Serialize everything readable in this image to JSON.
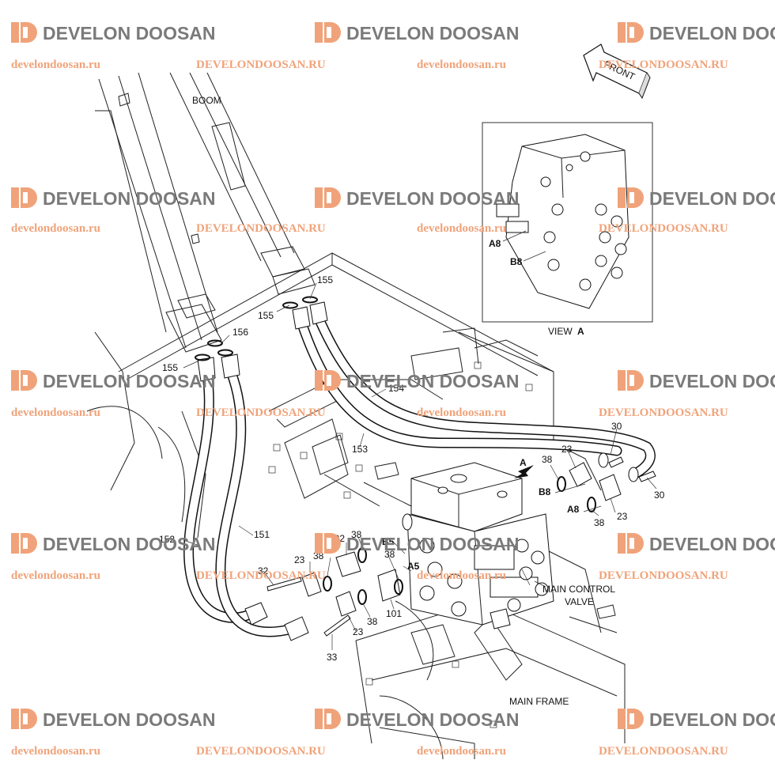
{
  "watermark": {
    "brand": "DEVELON DOOSAN",
    "url_lower": "develondoosan.ru",
    "url_upper": "DEVELONDOOSAN.RU",
    "brand_color": "#7a7a7a",
    "logo_color": "#f0a37a",
    "url_color": "#f0a37a"
  },
  "arrow": {
    "label": "FRONT"
  },
  "inset": {
    "caption_prefix": "VIEW",
    "caption_letter": "A",
    "port_a8": "A8",
    "port_b8": "B8"
  },
  "labels": {
    "boom": "BOOM",
    "main_control_valve_line1": "MAIN CONTROL",
    "main_control_valve_line2": "VALVE",
    "main_frame": "MAIN FRAME",
    "view_pointer": "A",
    "port_b8": "B8",
    "port_a8": "A8",
    "port_b5": "B5",
    "port_a5": "A5"
  },
  "part_numbers": {
    "p155_top": "155",
    "p155_mid": "155",
    "p155_left": "155",
    "p156": "156",
    "p154": "154",
    "p153": "153",
    "p152": "152",
    "p151": "151",
    "p30_top": "30",
    "p30_bottom": "30",
    "p23_top": "23",
    "p23_right": "23",
    "p23_left": "23",
    "p23_bottom": "23",
    "p38_b8": "38",
    "p38_a8": "38",
    "p38_102a": "38",
    "p38_102b": "38",
    "p38_b5": "38",
    "p38_bottom": "38",
    "p102": "102",
    "p101": "101",
    "p32": "32",
    "p33": "33"
  }
}
